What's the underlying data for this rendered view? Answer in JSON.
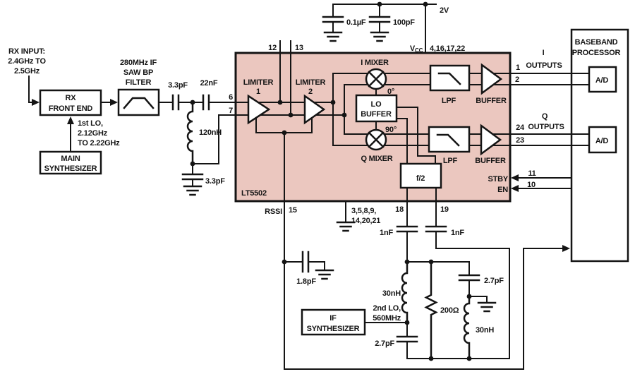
{
  "input": {
    "rx1": "RX INPUT:",
    "rx2": "2.4GHz TO",
    "rx3": "2.5GHz",
    "fe1": "RX",
    "fe2": "FRONT END",
    "saw1": "280MHz IF",
    "saw2": "SAW BP",
    "saw3": "FILTER",
    "cap_3p3_series": "3.3pF",
    "cap_22nf": "22nF",
    "ind_120nh": "120nH",
    "cap_3p3_shunt": "3.3pF",
    "ms1": "MAIN",
    "ms2": "SYNTHESIZER",
    "lo1a": "1st LO,",
    "lo1b": "2.12GHz",
    "lo1c": "TO 2.22GHz"
  },
  "supply": {
    "cap_0p1uf": "0.1µF",
    "cap_100pf": "100pF",
    "rail_2v": "2V",
    "vcc_v": "V",
    "vcc_sub": "CC",
    "vcc_pins": "4,16,17,22"
  },
  "chip": {
    "name": "LT5502",
    "p6": "6",
    "p7": "7",
    "p12": "12",
    "p13": "13",
    "p15": "15",
    "rssi": "RSSI",
    "gndp1": "3,5,8,9,",
    "gndp2": "14,20,21",
    "p18": "18",
    "p19": "19",
    "lim1a": "LIMITER",
    "lim1b": "1",
    "lim2a": "LIMITER",
    "lim2b": "2",
    "imixer": "I MIXER",
    "qmixer": "Q MIXER",
    "lob1": "LO",
    "lob2": "BUFFER",
    "deg0": "0°",
    "deg90": "90°",
    "divider": "f/2",
    "lpf_i": "LPF",
    "buf_i": "BUFFER",
    "lpf_q": "LPF",
    "buf_q": "BUFFER",
    "stby": "STBY",
    "en": "EN"
  },
  "outputs": {
    "p1": "1",
    "p2": "2",
    "io_l1": "I",
    "io_l2": "OUTPUTS",
    "p24": "24",
    "p23": "23",
    "qo_l1": "Q",
    "qo_l2": "OUTPUTS",
    "p11": "11",
    "p10": "10"
  },
  "baseband": {
    "l1": "BASEBAND",
    "l2": "PROCESSOR",
    "adc_i": "A/D",
    "adc_q": "A/D"
  },
  "lo2": {
    "cap18": "1nF",
    "cap19": "1nF",
    "cap_rssi": "1.8pF",
    "ind_l": "30nH",
    "lo2a": "2nd LO,",
    "lo2b": "560MHz",
    "if1": "IF",
    "if2": "SYNTHESIZER",
    "cap_l": "2.7pF",
    "res": "200Ω",
    "cap_r": "2.7pF",
    "ind_r": "30nH"
  },
  "colors": {
    "chip_fill": "#ebc7bf",
    "ink": "#141414"
  }
}
